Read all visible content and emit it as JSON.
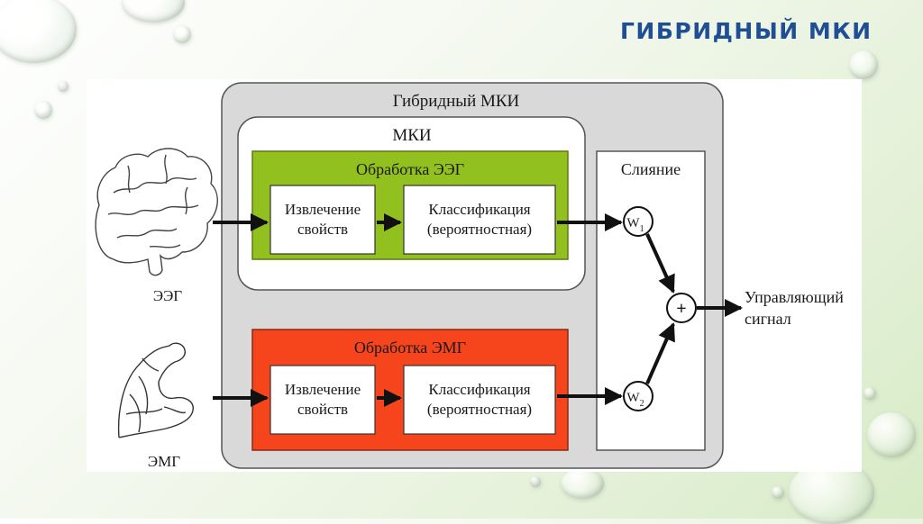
{
  "slide": {
    "title": "ГИБРИДНЫЙ МКИ"
  },
  "diagram": {
    "outer_box_label": "Гибридный МКИ",
    "bci_box_label": "МКИ",
    "fusion_label": "Слияние",
    "eeg": {
      "source_label": "ЭЭГ",
      "source_icon": "brain-icon",
      "processing_title": "Обработка ЭЭГ",
      "feature_lines": [
        "Извлечение",
        "свойств"
      ],
      "classifier_lines": [
        "Классификация",
        "(вероятностная)"
      ],
      "weight_main": "W",
      "weight_sub": "1",
      "color": "#92c01e"
    },
    "emg": {
      "source_label": "ЭМГ",
      "source_icon": "arm-icon",
      "processing_title": "Обработка ЭМГ",
      "feature_lines": [
        "Извлечение",
        "свойств"
      ],
      "classifier_lines": [
        "Классификация",
        "(вероятностная)"
      ],
      "weight_main": "W",
      "weight_sub": "2",
      "color": "#f6451d"
    },
    "sum_symbol": "+",
    "output_lines": [
      "Управляющий",
      "сигнал"
    ]
  }
}
